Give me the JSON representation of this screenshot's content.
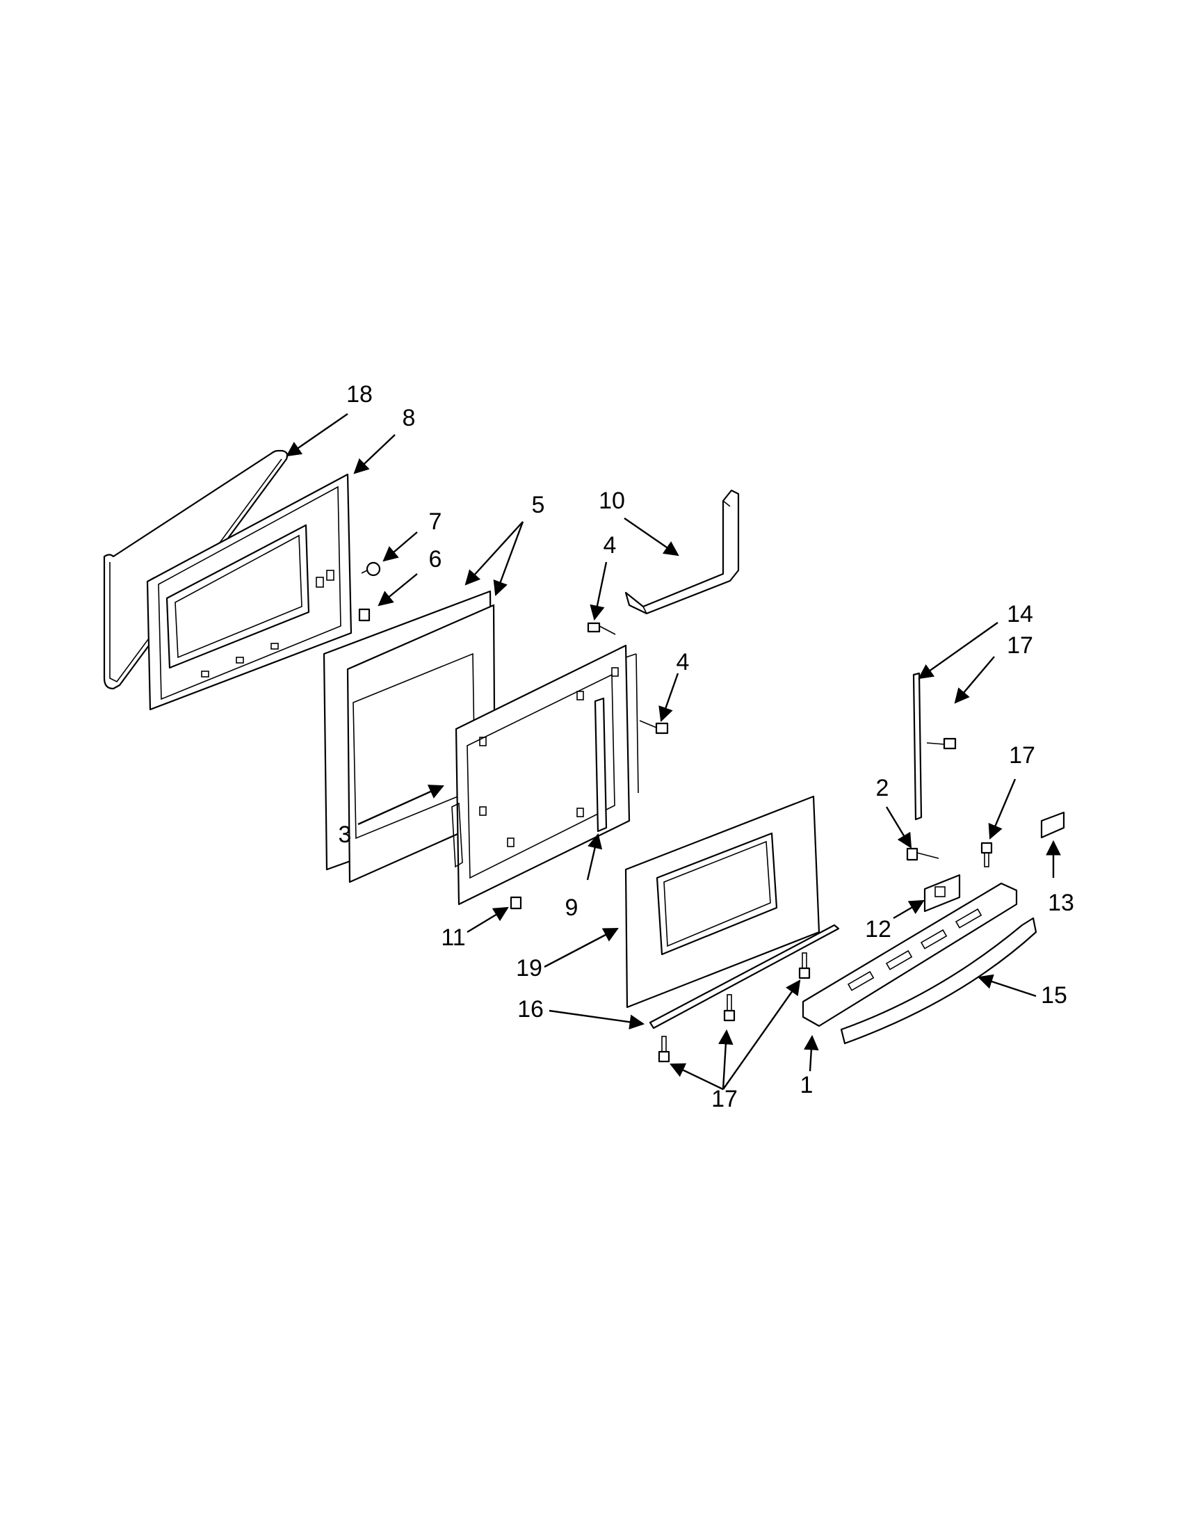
{
  "diagram": {
    "type": "exploded-parts-view",
    "callouts": [
      {
        "id": "c18",
        "label": "18"
      },
      {
        "id": "c8",
        "label": "8"
      },
      {
        "id": "c7",
        "label": "7"
      },
      {
        "id": "c6",
        "label": "6"
      },
      {
        "id": "c5",
        "label": "5"
      },
      {
        "id": "c10",
        "label": "10"
      },
      {
        "id": "c4a",
        "label": "4"
      },
      {
        "id": "c4b",
        "label": "4"
      },
      {
        "id": "c14",
        "label": "14"
      },
      {
        "id": "c17a",
        "label": "17"
      },
      {
        "id": "c3",
        "label": "3"
      },
      {
        "id": "c2",
        "label": "2"
      },
      {
        "id": "c17b",
        "label": "17"
      },
      {
        "id": "c13",
        "label": "13"
      },
      {
        "id": "c9",
        "label": "9"
      },
      {
        "id": "c11",
        "label": "11"
      },
      {
        "id": "c12",
        "label": "12"
      },
      {
        "id": "c19",
        "label": "19"
      },
      {
        "id": "c15",
        "label": "15"
      },
      {
        "id": "c16",
        "label": "16"
      },
      {
        "id": "c1",
        "label": "1"
      },
      {
        "id": "c17c",
        "label": "17"
      }
    ]
  }
}
